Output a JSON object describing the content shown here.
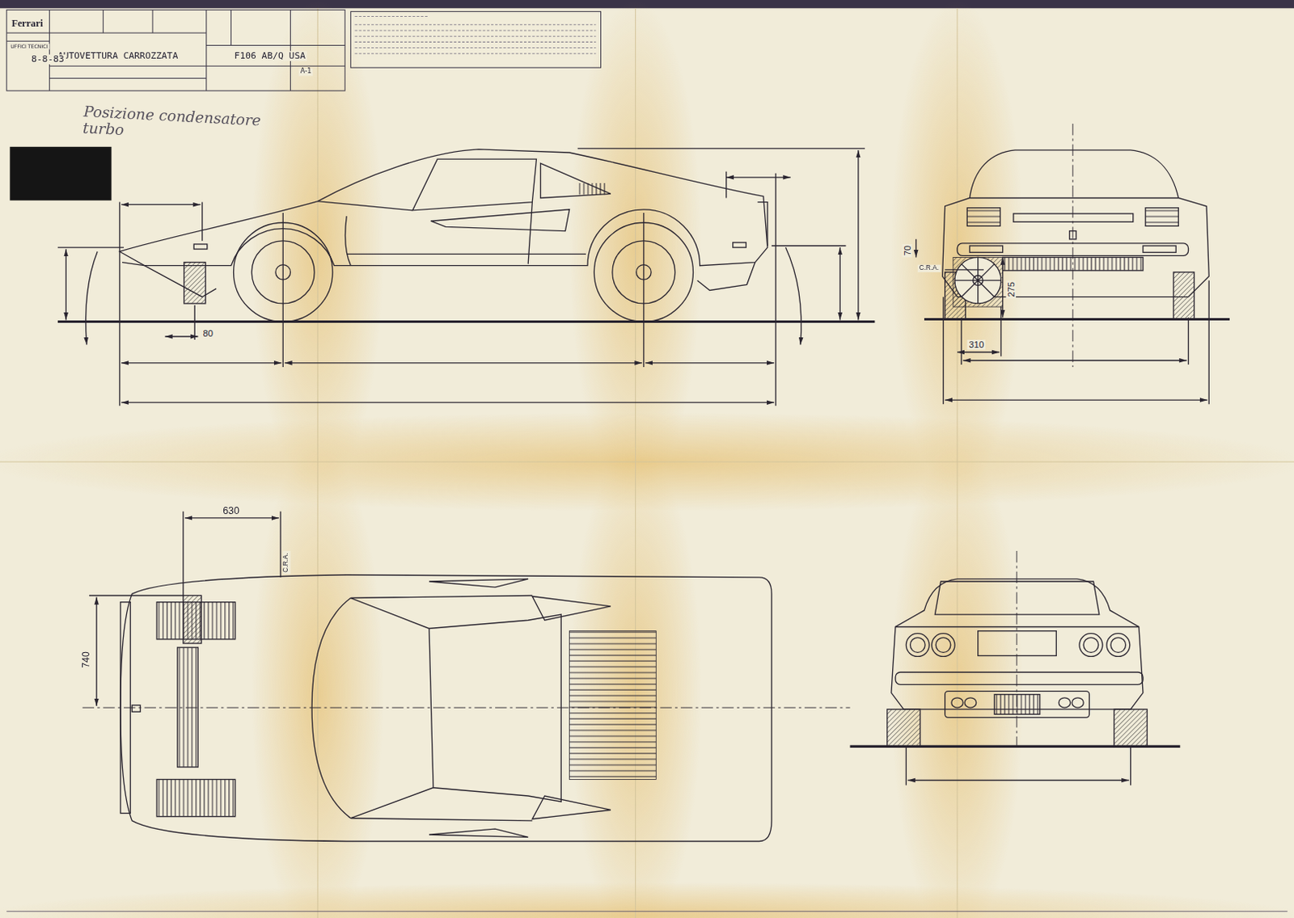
{
  "diagram": {
    "title": "AUTOVETTURA CARROZZATA",
    "labels": [
      "Ferrari",
      "UFFICI TECNICI",
      "8-8-83",
      "F106 AB/Q USA",
      "A-1",
      "Posizione condensatore turbo",
      "80",
      "70",
      "C.R.A.",
      "275",
      "310",
      "630",
      "C.R.A.",
      "740"
    ]
  }
}
